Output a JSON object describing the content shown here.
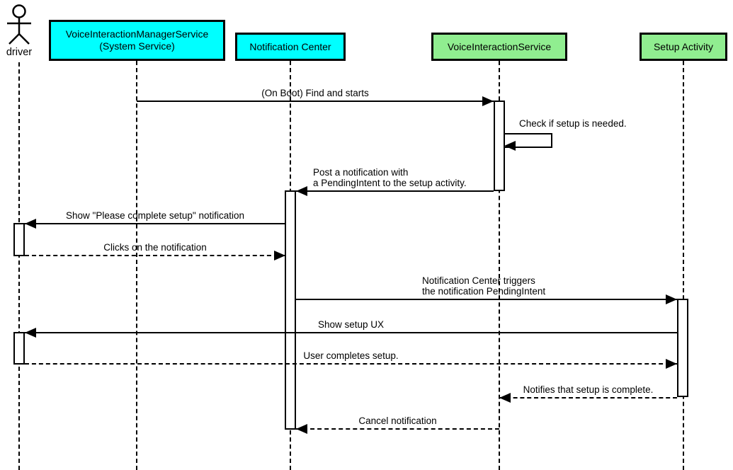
{
  "diagram": {
    "type": "uml-sequence-diagram",
    "colors": {
      "system_component_fill": "#00ffff",
      "app_component_fill": "#90ee90",
      "line": "#000000",
      "background": "#ffffff"
    },
    "actor": {
      "label": "driver"
    },
    "participants": [
      {
        "label": "VoiceInteractionManagerService\n(System Service)",
        "color": "#00ffff"
      },
      {
        "label": "Notification Center",
        "color": "#00ffff"
      },
      {
        "label": "VoiceInteractionService",
        "color": "#90ee90"
      },
      {
        "label": "Setup Activity",
        "color": "#90ee90"
      }
    ],
    "messages": [
      {
        "text": "(On Boot) Find and starts",
        "from": "VoiceInteractionManagerService (System Service)",
        "to": "VoiceInteractionService",
        "line": "solid",
        "direction": "right"
      },
      {
        "text": "Check if setup is needed.",
        "from": "VoiceInteractionService",
        "to": "VoiceInteractionService",
        "line": "solid",
        "direction": "self"
      },
      {
        "text": "Post a notification with\na PendingIntent to the setup activity.",
        "from": "VoiceInteractionService",
        "to": "Notification Center",
        "line": "solid",
        "direction": "left"
      },
      {
        "text": "Show \"Please complete setup\" notification",
        "from": "Notification Center",
        "to": "driver",
        "line": "solid",
        "direction": "left"
      },
      {
        "text": "Clicks on the notification",
        "from": "driver",
        "to": "Notification Center",
        "line": "dashed",
        "direction": "right"
      },
      {
        "text": "Notification Center triggers\nthe notification PendingIntent",
        "from": "Notification Center",
        "to": "Setup Activity",
        "line": "solid",
        "direction": "right"
      },
      {
        "text": "Show setup UX",
        "from": "Setup Activity",
        "to": "driver",
        "line": "solid",
        "direction": "left"
      },
      {
        "text": "User completes setup.",
        "from": "driver",
        "to": "Setup Activity",
        "line": "dashed",
        "direction": "right"
      },
      {
        "text": "Notifies that setup is complete.",
        "from": "Setup Activity",
        "to": "VoiceInteractionService",
        "line": "dashed",
        "direction": "left"
      },
      {
        "text": "Cancel notification",
        "from": "VoiceInteractionService",
        "to": "Notification Center",
        "line": "dashed",
        "direction": "left"
      }
    ]
  }
}
